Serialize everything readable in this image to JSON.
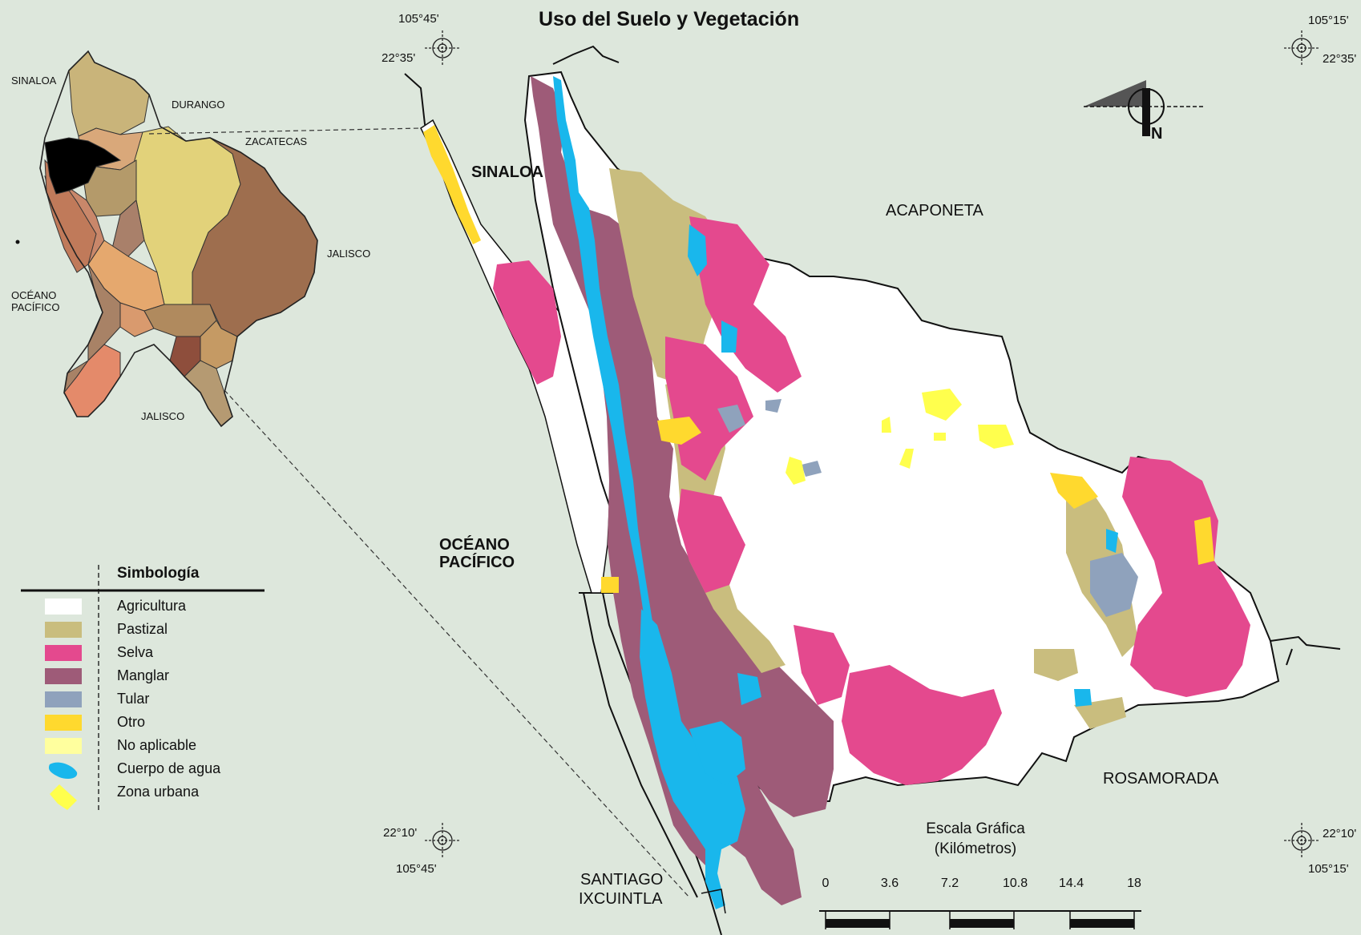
{
  "title": "Uso del Suelo y Vegetación",
  "inset_labels": {
    "sinaloa": "SINALOA",
    "durango": "DURANGO",
    "zacatecas": "ZACATECAS",
    "jalisco_east": "JALISCO",
    "jalisco_south": "JALISCO",
    "oceano_line1": "OCÉANO",
    "oceano_line2": "PACÍFICO"
  },
  "map_labels": {
    "sinaloa": "SINALOA",
    "oceano_line1": "OCÉANO",
    "oceano_line2": "PACÍFICO",
    "acaponeta": "ACAPONETA",
    "rosamorada": "ROSAMORADA",
    "santiago_line1": "SANTIAGO",
    "santiago_line2": "IXCUINTLA"
  },
  "coordinates": {
    "top_left_lon": "105°45'",
    "top_left_lat": "22°35'",
    "top_right_lon": "105°15'",
    "top_right_lat": "22°35'",
    "bottom_left_lat": "22°10'",
    "bottom_left_lon": "105°45'",
    "bottom_right_lat": "22°10'",
    "bottom_right_lon": "105°15'"
  },
  "north_label": "N",
  "legend": {
    "title": "Simbología",
    "items": [
      {
        "label": "Agricultura",
        "color": "#ffffff",
        "icon": "swatch"
      },
      {
        "label": "Pastizal",
        "color": "#c9bd7e",
        "icon": "swatch"
      },
      {
        "label": "Selva",
        "color": "#e4498e",
        "icon": "swatch"
      },
      {
        "label": "Manglar",
        "color": "#9e5b78",
        "icon": "swatch"
      },
      {
        "label": "Tular",
        "color": "#8fa2bc",
        "icon": "swatch"
      },
      {
        "label": "Otro",
        "color": "#ffd92e",
        "icon": "swatch"
      },
      {
        "label": "No aplicable",
        "color": "#ffff9e",
        "icon": "swatch"
      },
      {
        "label": "Cuerpo de agua",
        "color": "#19b7ec",
        "icon": "water-blob"
      },
      {
        "label": "Zona urbana",
        "color": "#ffff4d",
        "icon": "urban-blob"
      }
    ]
  },
  "scale": {
    "title_line1": "Escala Gráfica",
    "title_line2": "(Kilómetros)",
    "ticks": [
      "0",
      "3.6",
      "7.2",
      "10.8",
      "14.4",
      "18"
    ]
  },
  "colors": {
    "background": "#dde7dc",
    "agricultura": "#ffffff",
    "pastizal": "#c9bd7e",
    "selva": "#e4498e",
    "manglar": "#9e5b78",
    "tular": "#8fa2bc",
    "otro": "#ffd92e",
    "no_aplicable": "#ffff9e",
    "agua": "#19b7ec",
    "urbana": "#ffff4d",
    "inset_highlight": "#000000"
  }
}
